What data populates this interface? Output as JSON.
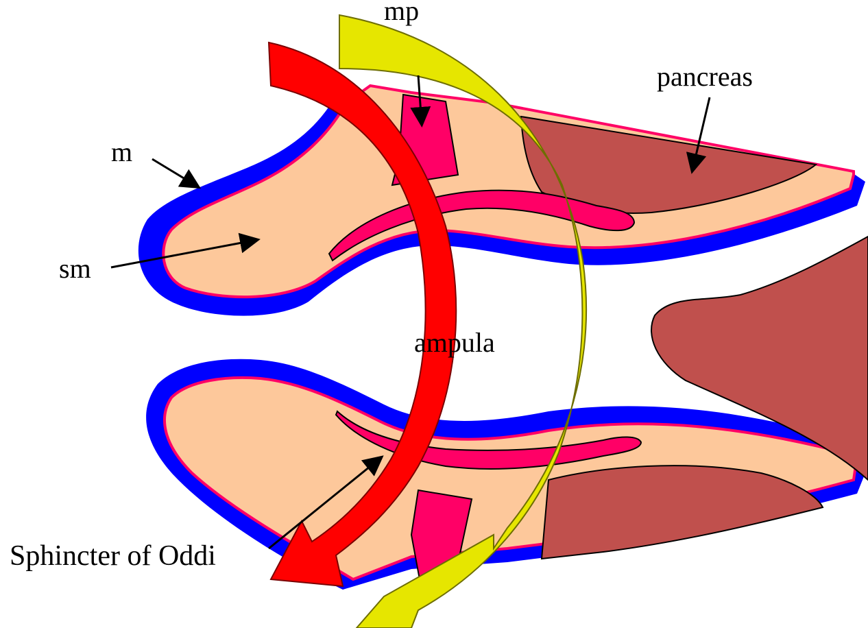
{
  "labels": {
    "mp": "mp",
    "pancreas": "pancreas",
    "m": "m",
    "sm": "sm",
    "ampula": "ampula",
    "sphincter": "Sphincter  of Oddi"
  },
  "colors": {
    "mucosa_blue": "#0000ff",
    "submucosa": "#fdc89b",
    "muscle_pink": "#ff0066",
    "pancreas_brown": "#c0504d",
    "red_arrow": "#ff0000",
    "yellow_arrow": "#e6e600"
  }
}
